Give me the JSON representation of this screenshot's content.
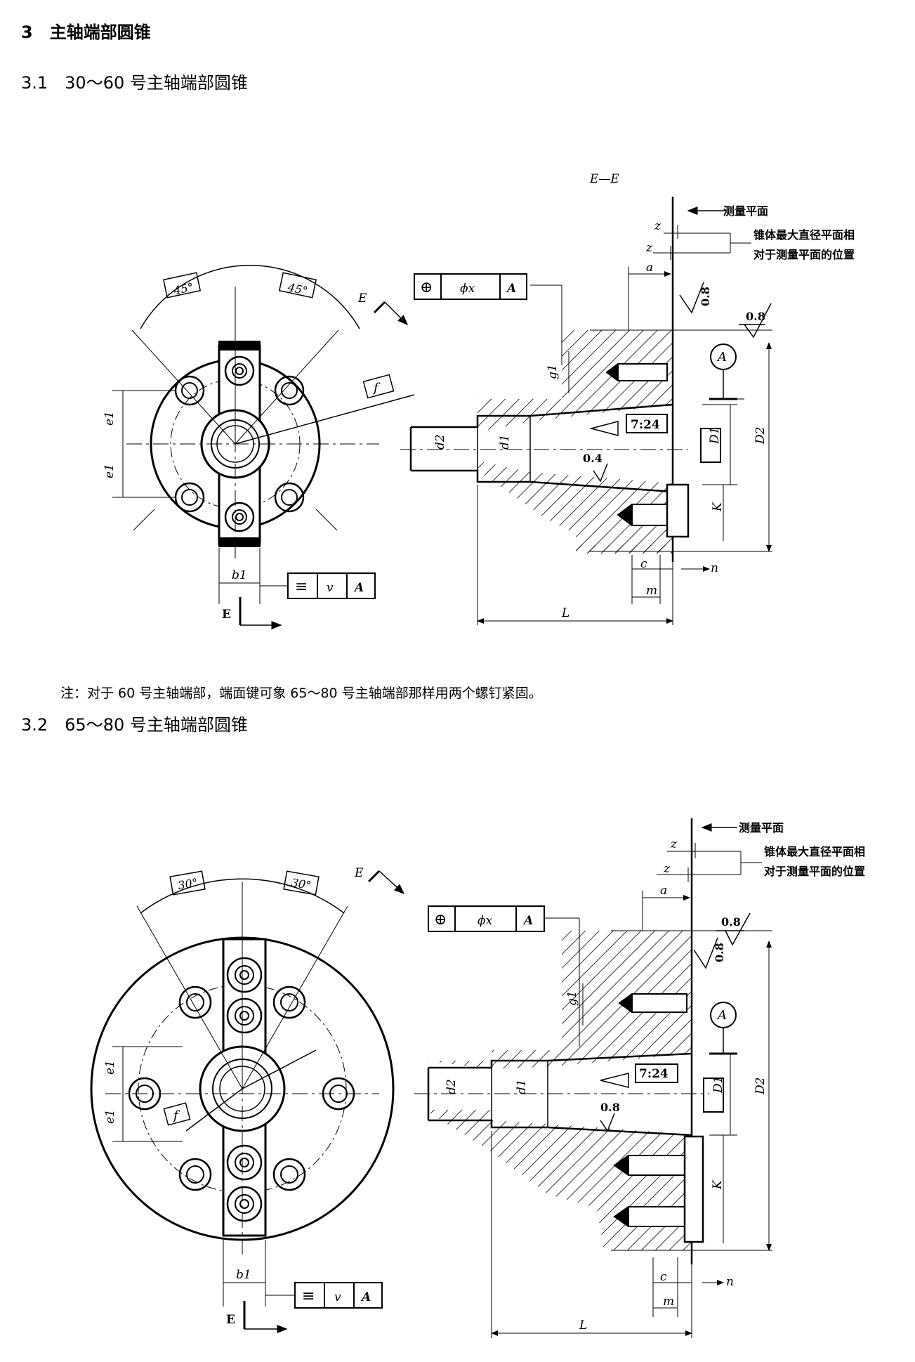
{
  "headings": {
    "s3": "3　主轴端部圆锥",
    "s31": "3.1　30～60 号主轴端部圆锥",
    "s32": "3.2　65～80 号主轴端部圆锥"
  },
  "note": "注：对于 60 号主轴端部，端面键可象 65～80 号主轴端部那样用两个螺钉紧固。",
  "fig1": {
    "section": "E—E",
    "measure_plane": "测量平面",
    "max_dia_line1": "锥体最大直径平面相",
    "max_dia_line2": "对于测量平面的位置",
    "angle_left": "45°",
    "angle_right": "45°",
    "pos_sym": "⊕",
    "pos_tol": "ϕx",
    "datum": "A",
    "sym_sym": "≡",
    "sym_tol": "v",
    "sym_datum": "A",
    "taper": "7:24",
    "rough1": "0.8",
    "rough2": "0.8",
    "rough3": "0.4",
    "z": "z",
    "a": "a",
    "g1": "g1",
    "d1": "d1",
    "d2": "d2",
    "D1": "D1",
    "D2": "D2",
    "K": "K",
    "L": "L",
    "c": "c",
    "m": "m",
    "n": "n",
    "b1": "b1",
    "e1": "e1",
    "f": "f",
    "E": "E",
    "A": "A"
  },
  "fig2": {
    "measure_plane": "测量平面",
    "max_dia_line1": "锥体最大直径平面相",
    "max_dia_line2": "对于测量平面的位置",
    "angle_left": "30°",
    "angle_right": "30°",
    "pos_sym": "⊕",
    "pos_tol": "ϕx",
    "datum": "A",
    "sym_sym": "≡",
    "sym_tol": "v",
    "sym_datum": "A",
    "taper": "7:24",
    "rough1": "0.8",
    "rough2": "0.8",
    "rough3": "0.8",
    "z": "z",
    "a": "a",
    "g1": "g1",
    "d1": "d1",
    "d2": "d2",
    "D1": "D1",
    "D2": "D2",
    "K": "K",
    "L": "L",
    "c": "c",
    "m": "m",
    "n": "n",
    "b1": "b1",
    "e1": "e1",
    "f": "f",
    "E": "E",
    "A": "A"
  }
}
